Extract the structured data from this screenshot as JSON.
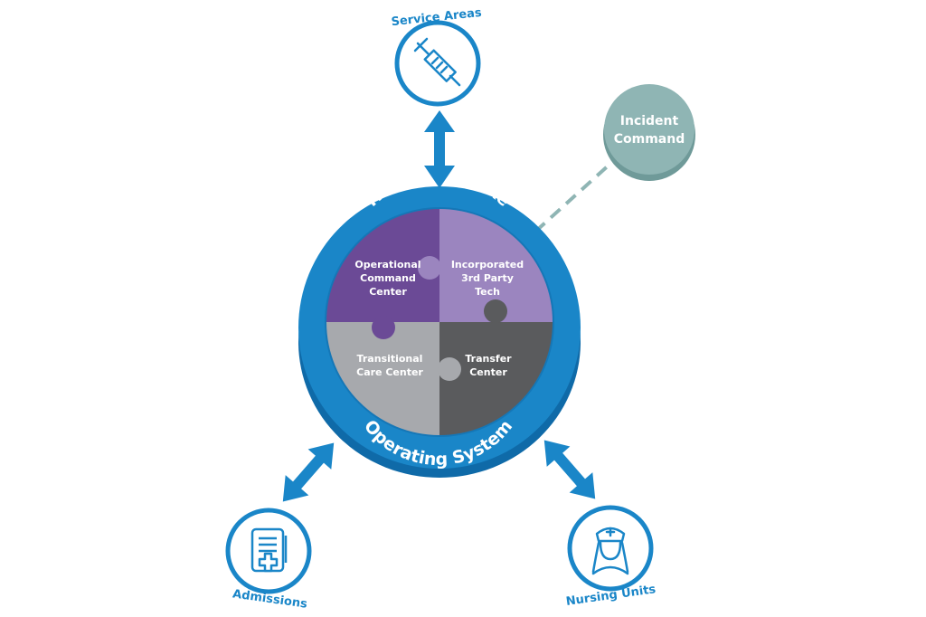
{
  "hub": {
    "top_label": "Hub and Spoke",
    "bottom_label": "Operating System",
    "quadrants": [
      {
        "lines": [
          "Operational",
          "Command",
          "Center"
        ],
        "color": "#6b4a96"
      },
      {
        "lines": [
          "Incorporated",
          "3rd Party",
          "Tech"
        ],
        "color": "#9b85bf"
      },
      {
        "lines": [
          "Transitional",
          "Care Center"
        ],
        "color": "#a7a9ad"
      },
      {
        "lines": [
          "Transfer",
          "Center"
        ],
        "color": "#5a5b5d"
      }
    ]
  },
  "nodes": {
    "service_areas": {
      "label": "Service Areas",
      "icon": "syringe-icon"
    },
    "admissions": {
      "label": "Admissions",
      "icon": "medical-clipboard-icon"
    },
    "nursing_units": {
      "label": "Nursing Units",
      "icon": "nurse-icon"
    }
  },
  "incident": {
    "lines": [
      "Incident",
      "Command"
    ],
    "color": "#8fb5b4"
  },
  "colors": {
    "primary_blue": "#1a86c8",
    "ring_dark": "#0f6aa8"
  }
}
